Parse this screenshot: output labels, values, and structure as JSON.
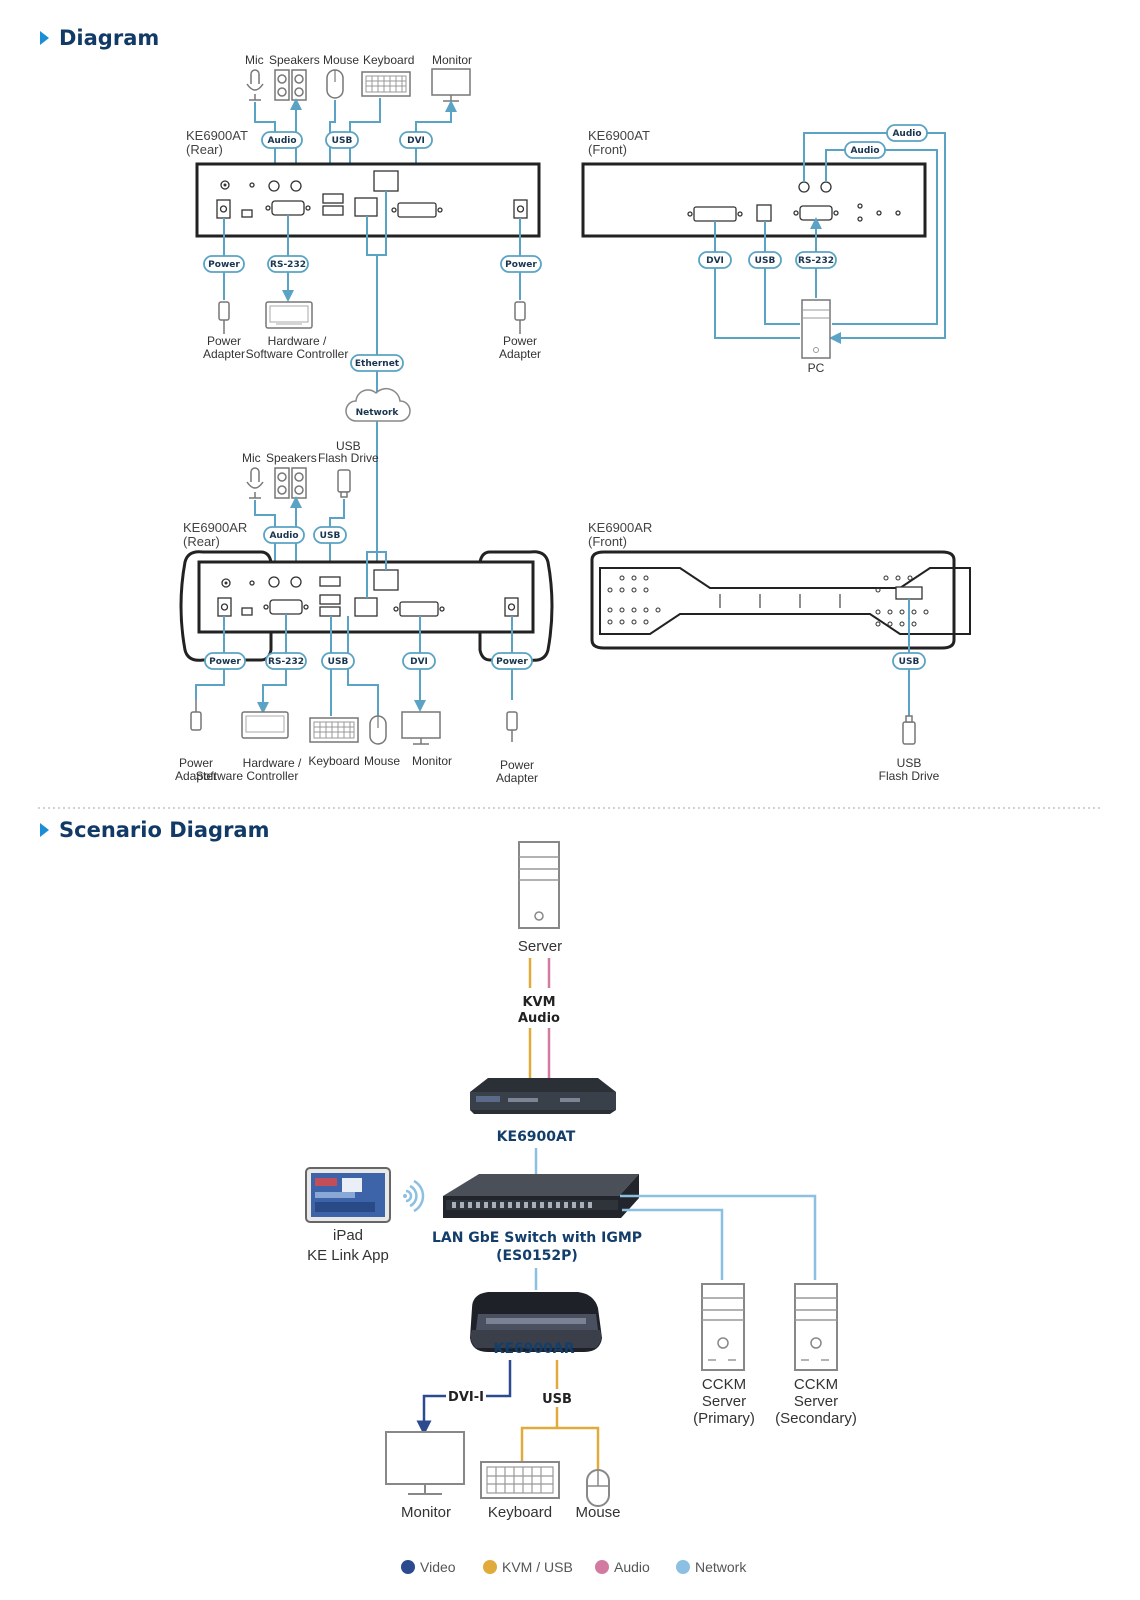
{
  "titles": {
    "diagram": "Diagram",
    "scenario": "Scenario Diagram"
  },
  "transmitter_rear": {
    "model": "KE6900AT",
    "side": "(Rear)",
    "top_devices": [
      "Mic",
      "Speakers",
      "Mouse",
      "Keyboard",
      "Monitor"
    ],
    "top_pills": [
      "Audio",
      "USB",
      "DVI"
    ],
    "bottom_pills": [
      "Power",
      "RS-232",
      "Power"
    ],
    "power_adapter_left": [
      "Power",
      "Adapter"
    ],
    "controller": [
      "Hardware /",
      "Software Controller"
    ],
    "power_adapter_right": [
      "Power",
      "Adapter"
    ],
    "ethernet": "Ethernet"
  },
  "transmitter_front": {
    "model": "KE6900AT",
    "side": "(Front)",
    "audio_pills": [
      "Audio",
      "Audio"
    ],
    "bottom_pills": [
      "DVI",
      "USB",
      "RS-232"
    ],
    "pc": "PC"
  },
  "network": "Network",
  "receiver_rear": {
    "model": "KE6900AR",
    "side": "(Rear)",
    "top_devices": [
      "Mic",
      "Speakers",
      "USB",
      "Flash Drive"
    ],
    "top_pills": [
      "Audio",
      "USB"
    ],
    "bottom_pills": [
      "Power",
      "RS-232",
      "USB",
      "DVI",
      "Power"
    ],
    "power_adapter_left": [
      "Power",
      "Adapter"
    ],
    "controller": [
      "Hardware /",
      "Software Controller"
    ],
    "keyboard": "Keyboard",
    "mouse": "Mouse",
    "monitor": "Monitor",
    "power_adapter_right": [
      "Power",
      "Adapter"
    ]
  },
  "receiver_front": {
    "model": "KE6900AR",
    "side": "(Front)",
    "pill": "USB",
    "flash": [
      "USB",
      "Flash Drive"
    ]
  },
  "scenario": {
    "server": "Server",
    "kvm": "KVM",
    "audio": "Audio",
    "transmitter": "KE6900AT",
    "switch": [
      "LAN GbE Switch with IGMP",
      "(ES0152P)"
    ],
    "ipad": [
      "iPad",
      "KE Link App"
    ],
    "receiver": "KE6900AR",
    "dvi": "DVI-I",
    "usb": "USB",
    "cckm_primary": [
      "CCKM",
      "Server",
      "(Primary)"
    ],
    "cckm_secondary": [
      "CCKM",
      "Server",
      "(Secondary)"
    ],
    "monitor": "Monitor",
    "keyboard": "Keyboard",
    "mouse": "Mouse"
  },
  "legend": [
    {
      "label": "Video",
      "color": "#2b4a8f"
    },
    {
      "label": "KVM / USB",
      "color": "#e0ab3a"
    },
    {
      "label": "Audio",
      "color": "#d27aa0"
    },
    {
      "label": "Network",
      "color": "#8cc0e2"
    }
  ],
  "colors": {
    "title": "#123a66",
    "wire": "#5ba3c4",
    "kvm": "#e0ab3a",
    "audio": "#d27aa0",
    "video": "#2b4a8f",
    "network": "#8cc0e2"
  }
}
